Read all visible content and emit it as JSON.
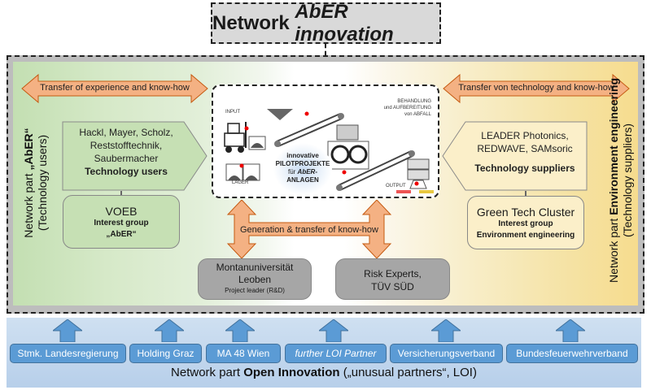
{
  "title": {
    "prefix": "Network ",
    "italic": "AbER innovation"
  },
  "arrows": {
    "left": "Transfer of experience and know-how",
    "right": "Transfer von technology and know-how",
    "center": "Generation & transfer of know-how"
  },
  "left_part": {
    "vertical_label_prefix": "Network part ",
    "vertical_label_bold": "„AbER“",
    "vertical_sublabel": "(Technology users)",
    "users_box": {
      "line1": "Hackl, Mayer, Scholz,",
      "line2": "Reststofftechnik,",
      "line3": "Saubermacher",
      "role": "Technology users"
    },
    "interest_box": {
      "name": "VOEB",
      "line1": "Interest group",
      "line2": "„AbER“"
    }
  },
  "right_part": {
    "vertical_label_prefix": "Network part ",
    "vertical_label_bold": "Environment engineering",
    "vertical_sublabel": "(Technology  suppliers)",
    "suppliers_box": {
      "line1": "LEADER Photonics,",
      "line2": "REDWAVE, SAMsoric",
      "role": "Technology suppliers"
    },
    "interest_box": {
      "name": "Green Tech Cluster",
      "line1": "Interest group",
      "line2": "Environment engineering"
    }
  },
  "illustration": {
    "input_label": "INPUT",
    "lager_label": "LAGER",
    "output_label": "OUTPUT",
    "process_label": {
      "line1": "BEHANDLUNG",
      "line2": "und AUFBEREITUNG",
      "line3": "von ABFALL"
    },
    "center_text": {
      "line1": "innovative",
      "line2": "PILOTPROJEKTE",
      "line3_prefix": "für ",
      "line3_italic": "AbER-",
      "line4": "ANLAGEN"
    }
  },
  "bottom_boxes": {
    "leoben": {
      "line1": "Montanuniversität",
      "line2": "Leoben",
      "line3": "Project leader (R&D)"
    },
    "risk": {
      "line1": "Risk Experts,",
      "line2": "TÜV SÜD"
    }
  },
  "open_innovation": {
    "partners": [
      "Stmk. Landesregierung",
      "Holding Graz",
      "MA 48 Wien",
      "further LOI Partner",
      "Versicherungsverband",
      "Bundesfeuerwehrverband"
    ],
    "caption_prefix": "Network part ",
    "caption_bold": "Open Innovation",
    "caption_suffix": " („unusual partners“, LOI)"
  },
  "colors": {
    "arrow_orange": "#f4b183",
    "arrow_orange_border": "#c55a11",
    "users_green": "#c6e0b4",
    "suppliers_yellow": "#fbefc9",
    "gray_box": "#a6a6a6",
    "blue_button": "#5b9bd5"
  }
}
